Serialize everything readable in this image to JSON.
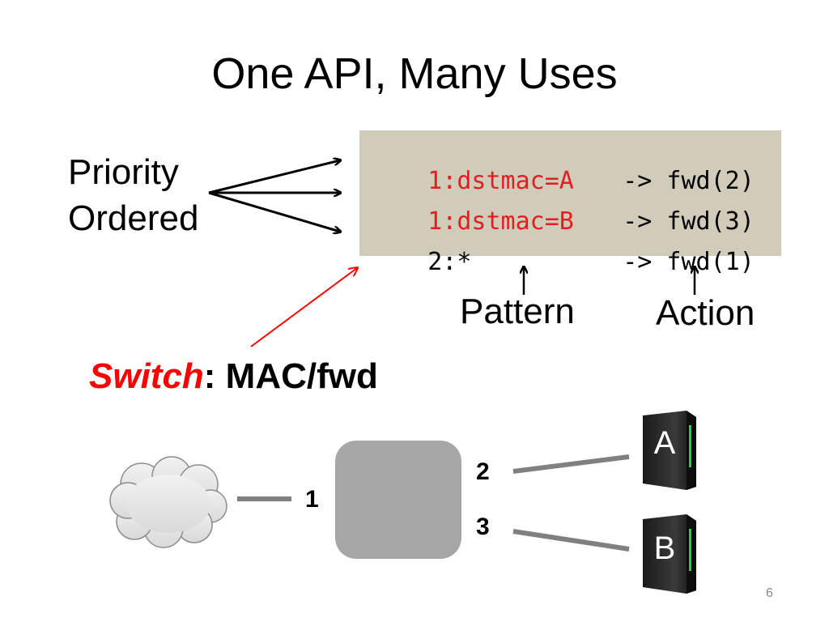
{
  "slide": {
    "title": "One API, Many Uses",
    "priority_line1": "Priority",
    "priority_line2": "Ordered",
    "page_number": "6"
  },
  "flow_table": {
    "rules": [
      {
        "pattern": "1:dstmac=A",
        "action": "-> fwd(2)"
      },
      {
        "pattern": "1:dstmac=B",
        "action": "-> fwd(3)"
      },
      {
        "pattern": "2:*",
        "action": "-> fwd(1)"
      }
    ],
    "pattern_label": "Pattern",
    "action_label": "Action"
  },
  "switch_caption": {
    "emphasis": "Switch",
    "rest": ": MAC/fwd"
  },
  "network": {
    "ports": [
      "1",
      "2",
      "3"
    ],
    "hosts": [
      "A",
      "B"
    ]
  },
  "colors": {
    "table_bg": "#d1ccba",
    "highlight": "#ff0000",
    "switch": "#a6a6a6",
    "link": "#808080"
  }
}
